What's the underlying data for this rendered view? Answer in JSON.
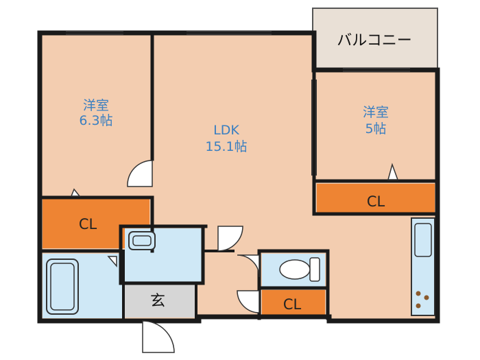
{
  "colors": {
    "room": "#f3cdb0",
    "closet": "#ee8433",
    "wet": "#cfe8f6",
    "balcony": "#e9e0d6",
    "entry": "#d6d6d6",
    "wall": "#1a1a1a"
  },
  "rooms": {
    "western1": {
      "name": "洋室",
      "size": "6.3帖"
    },
    "ldk": {
      "name": "LDK",
      "size": "15.1帖"
    },
    "western2": {
      "name": "洋室",
      "size": "5帖"
    },
    "balcony": {
      "name": "バルコニー"
    },
    "entrance": {
      "name": "玄"
    },
    "closet1": {
      "name": "CL"
    },
    "closet2": {
      "name": "CL"
    },
    "closet3": {
      "name": "CL"
    }
  },
  "icons": [
    "bathtub-icon",
    "washbasin-icon",
    "toilet-icon",
    "kitchen-sink-icon",
    "stove-icon"
  ]
}
